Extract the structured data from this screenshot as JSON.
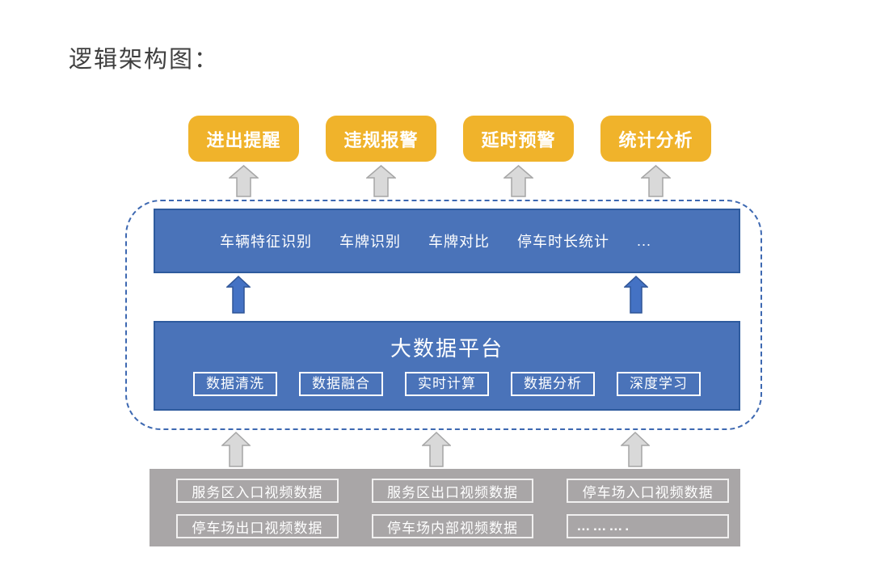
{
  "page": {
    "title": "逻辑架构图："
  },
  "outputs": {
    "buttons": [
      "进出提醒",
      "违规报警",
      "延时预警",
      "统计分析"
    ]
  },
  "analytics_bar": {
    "items": [
      "车辆特征识别",
      "车牌识别",
      "车牌对比",
      "停车时长统计",
      "..."
    ]
  },
  "platform": {
    "title": "大数据平台",
    "modules": [
      "数据清洗",
      "数据融合",
      "实时计算",
      "数据分析",
      "深度学习"
    ]
  },
  "sources": {
    "items": [
      "服务区入口视频数据",
      "服务区出口视频数据",
      "停车场入口视频数据",
      "停车场出口视频数据",
      "停车场内部视频数据",
      "………."
    ]
  },
  "colors": {
    "accent_orange": "#f0b32b",
    "primary_blue": "#4a73b9",
    "blue_border": "#2e5b9e",
    "dashed_border": "#3d68b1",
    "gray_panel": "#a9a6a7",
    "arrow_gray_fill": "#d9d9d9",
    "arrow_gray_stroke": "#a6a6a6",
    "title_text": "#3f3f3f"
  }
}
